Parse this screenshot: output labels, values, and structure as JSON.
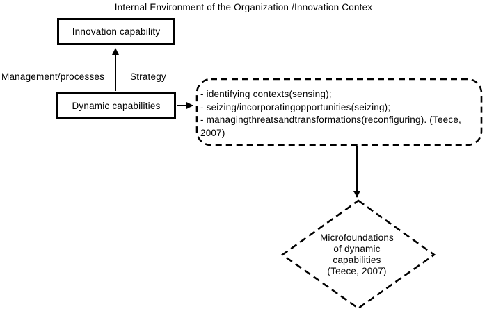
{
  "title": "Internal Environment of the Organization /Innovation Contex",
  "boxes": {
    "innovation_capability": {
      "label": "Innovation capability"
    },
    "dynamic_capabilities": {
      "label": "Dynamic capabilities"
    }
  },
  "edge_labels": {
    "management_processes": "Management/processes",
    "strategy": "Strategy"
  },
  "dashed_box": {
    "lines": [
      "- identifying contexts(sensing);",
      "- seizing/incorporatingopportunities(seizing);",
      "- managingthreatsandtransformations(reconfiguring). (Teece,",
      "2007)"
    ]
  },
  "diamond": {
    "lines": [
      "Microfoundations",
      "of dynamic",
      "capabilities",
      "(Teece, 2007)"
    ]
  },
  "colors": {
    "ink": "#000000",
    "background": "#ffffff"
  }
}
